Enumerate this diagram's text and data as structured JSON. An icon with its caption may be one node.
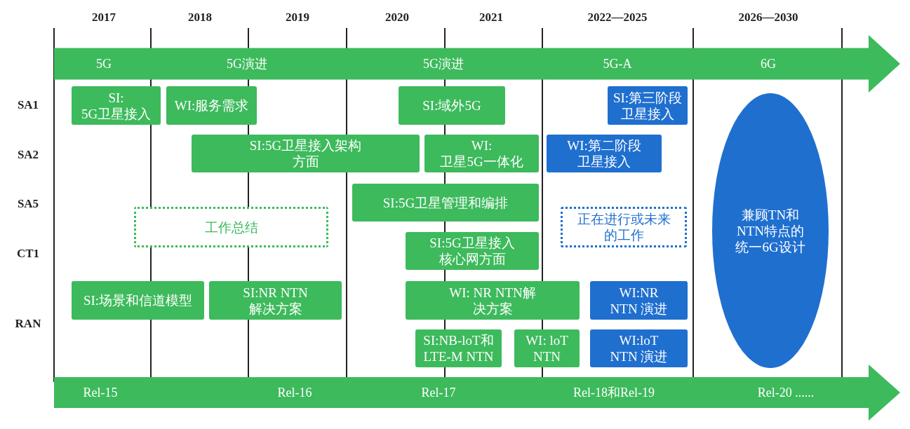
{
  "diagram": {
    "nodes": [
      {
        "text": [
          "5G",
          "5G演进",
          "5G演进",
          "5G-A",
          "6G"
        ]
      },
      {
        "text": [
          "SI: 5G卫星接入"
        ]
      },
      {
        "text": [
          "WI:服务需求"
        ]
      },
      {
        "text": [
          "SI:域外5G"
        ]
      },
      {
        "text": [
          "SI:第三阶段卫星接入"
        ]
      },
      {
        "text": [
          "SI:5G卫星接入架构方面"
        ]
      },
      {
        "text": [
          "WI: 卫星5G一体化"
        ]
      },
      {
        "text": [
          "WI:第二阶段卫星接入"
        ]
      },
      {
        "text": [
          "SI:5G卫星管理和编排"
        ]
      },
      {
        "text": [
          "SI:5G卫星接入核心网方面"
        ]
      },
      {
        "text": [
          "SI:场景和信道模型"
        ]
      },
      {
        "text": [
          "SI:NR NTN 解决方案"
        ]
      },
      {
        "text": [
          "WI: NR NTN解决方案"
        ]
      },
      {
        "text": [
          "WI:NR NTN 演进"
        ]
      },
      {
        "text": [
          "SI:NB-loT和LTE-M NTN"
        ]
      },
      {
        "text": [
          "WI: loT NTN"
        ]
      },
      {
        "text": [
          "WI:loT NTN 演进"
        ]
      },
      {
        "text": [
          "兼顾TN和NTN特点的统一6G设计"
        ]
      },
      {
        "text": [
          "Rel-15",
          "Rel-16",
          "Rel-17",
          "Rel-18和Rel-19",
          "Rel-20 ......"
        ]
      }
    ],
    "labels": [
      "2017",
      "2018",
      "2019",
      "2020",
      "2021",
      "2022—2025",
      "2026—2030",
      "SA1",
      "SA2",
      "SA5",
      "CT1",
      "RAN"
    ],
    "legend": [
      {
        "text": "工作总结"
      },
      {
        "text": "正在进行或未来的工作"
      }
    ]
  }
}
